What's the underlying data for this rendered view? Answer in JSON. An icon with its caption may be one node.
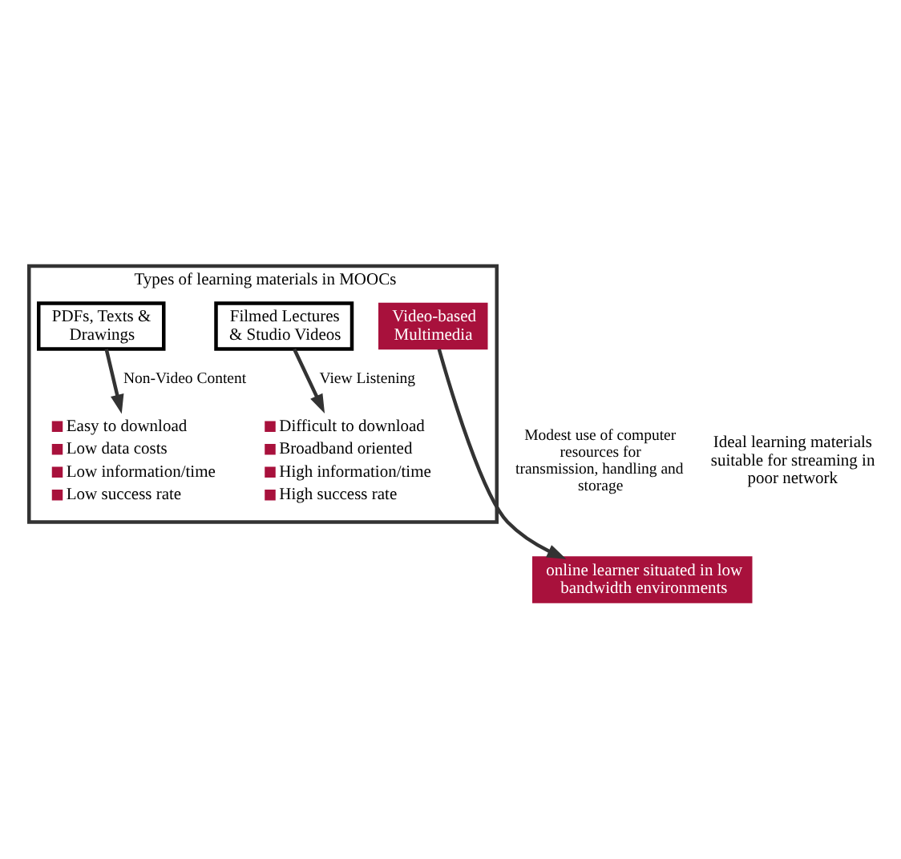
{
  "diagram": {
    "nodes": [
      {
        "text": [
          "Types of learning materials in MOOCs"
        ]
      },
      {
        "text": [
          "PDFs, Texts & Drawings"
        ],
        "in": 0
      },
      {
        "text": [
          "Filmed Lectures & Studio Videos"
        ],
        "in": 0
      },
      {
        "text": [
          "Video-based Multimedia"
        ],
        "in": 0
      },
      {
        "text": [
          "Easy to download",
          "Low data costs",
          "Low information/time",
          "Low success rate"
        ],
        "in": 0
      },
      {
        "text": [
          "Difficult to download",
          "Broadband oriented",
          "High information/time",
          "High success rate"
        ],
        "in": 0
      },
      {
        "text": [
          "online learner situated in low bandwidth environments"
        ]
      }
    ],
    "edges": [
      {
        "from": 1,
        "to": 4,
        "arrow": "to",
        "label": "Non-Video Content"
      },
      {
        "from": 2,
        "to": 5,
        "arrow": "to",
        "label": "View Listening"
      },
      {
        "from": 3,
        "to": 6,
        "arrow": "to",
        "label": "Modest use of computer resources for transmission, handling and storage"
      }
    ],
    "labels": [
      "Ideal learning materials suitable for streaming in poor network"
    ]
  }
}
